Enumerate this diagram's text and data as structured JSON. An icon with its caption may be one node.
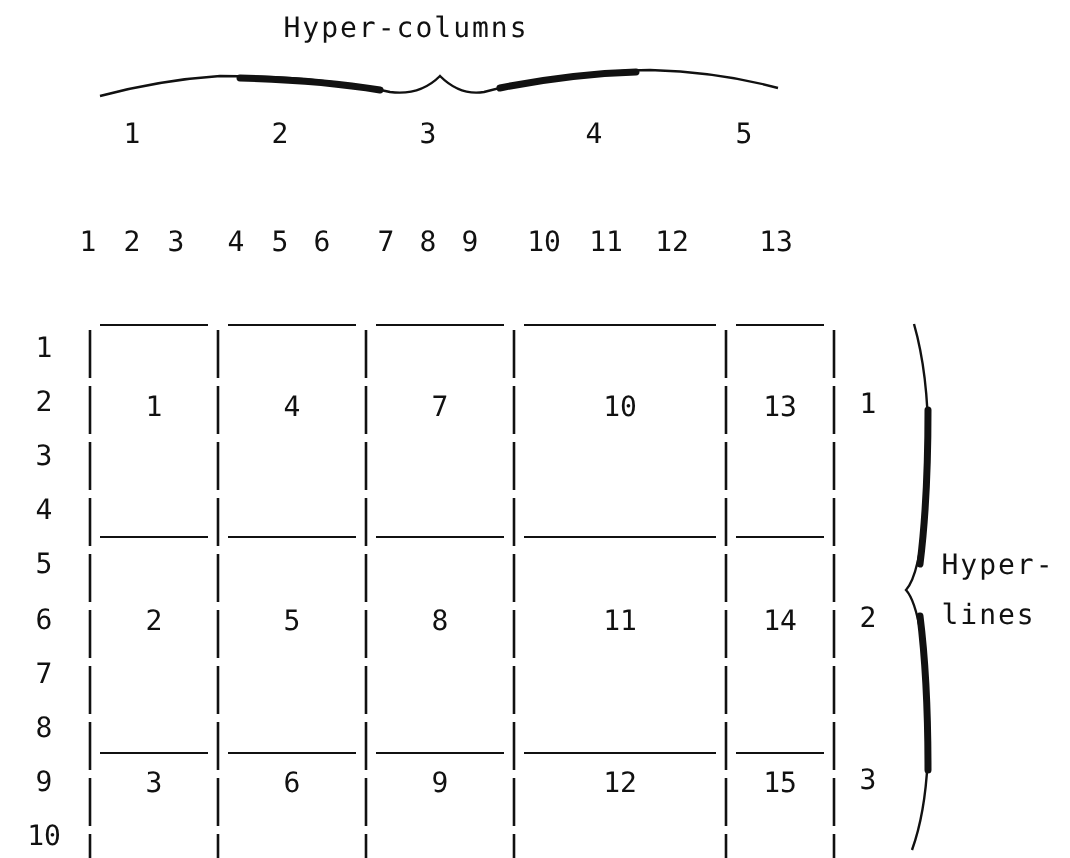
{
  "diagram": {
    "nodes": [
      {
        "text": [
          "1"
        ]
      },
      {
        "text": [
          "4"
        ]
      },
      {
        "text": [
          "7"
        ]
      },
      {
        "text": [
          "10"
        ]
      },
      {
        "text": [
          "13"
        ]
      },
      {
        "text": [
          "2"
        ]
      },
      {
        "text": [
          "5"
        ]
      },
      {
        "text": [
          "8"
        ]
      },
      {
        "text": [
          "11"
        ]
      },
      {
        "text": [
          "14"
        ]
      },
      {
        "text": [
          "3"
        ]
      },
      {
        "text": [
          "6"
        ]
      },
      {
        "text": [
          "9"
        ]
      },
      {
        "text": [
          "12"
        ]
      },
      {
        "text": [
          "15"
        ]
      }
    ],
    "labels": [
      "Hyper-columns",
      "1",
      "2",
      "3",
      "4",
      "5",
      "1",
      "2",
      "3",
      "4",
      "5",
      "6",
      "7",
      "8",
      "9",
      "10",
      "11",
      "12",
      "13",
      "1",
      "2",
      "3",
      "4",
      "5",
      "6",
      "7",
      "8",
      "9",
      "10",
      "1",
      "2",
      "3",
      "Hyper- lines"
    ]
  }
}
